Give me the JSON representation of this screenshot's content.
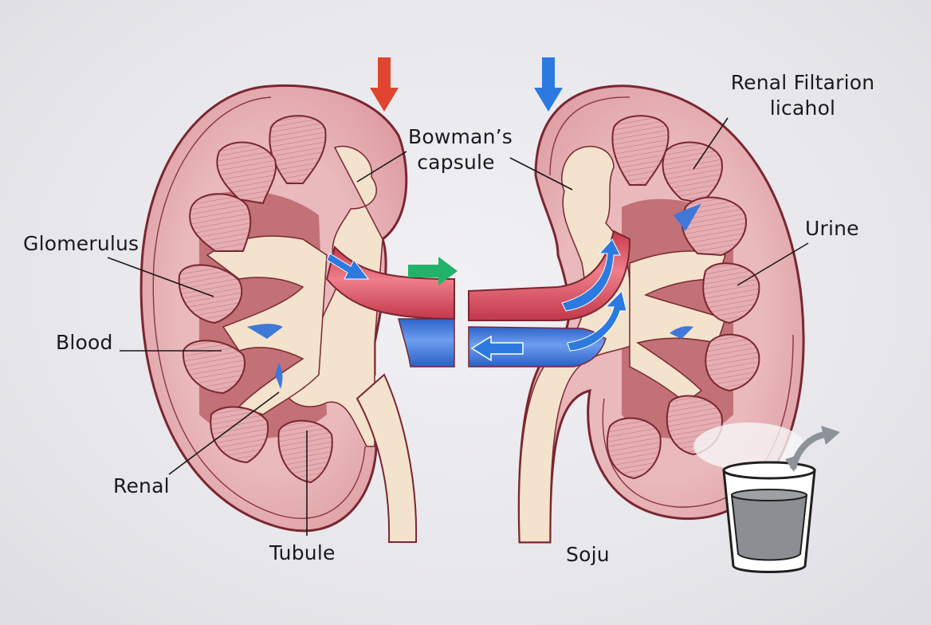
{
  "diagram": {
    "title": "Kidney filtration diagram",
    "colors": {
      "background": "#e9e8ec",
      "kidney_cortex": "#e7b4b6",
      "kidney_outline": "#7a2630",
      "pyramid": "#e2a9ad",
      "pelvis": "#f3e2cc",
      "artery": "#d94a5a",
      "vein": "#3f78d8",
      "arrow_red": "#e0452f",
      "arrow_blue": "#2c7ae0",
      "arrow_green": "#22b36a",
      "arrow_gray": "#8d9299",
      "liquid": "#8b8e92"
    },
    "labels": {
      "glomerulus": "Glomerulus",
      "blood": "Blood",
      "renal": "Renal",
      "tubule": "Tubule",
      "bowmans_line1": "Bowman’s",
      "bowmans_line2": "capsule",
      "renal_filtration_line1": "Renal Filtarion",
      "renal_filtration_line2": "licahol",
      "urine": "Urine",
      "soju": "Soju"
    },
    "icons": [
      "arrow-down-red-icon",
      "arrow-down-blue-icon",
      "arrow-right-green-icon",
      "arrow-left-blue-icon",
      "curved-arrow-gray-icon",
      "shot-glass-icon"
    ]
  }
}
